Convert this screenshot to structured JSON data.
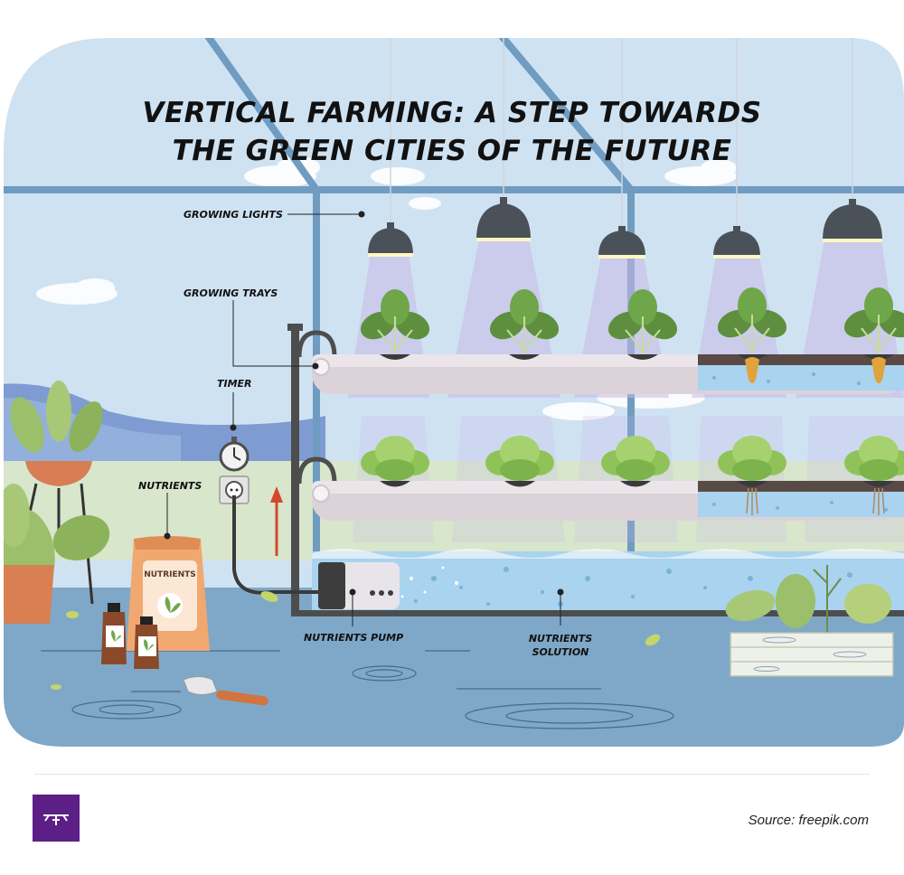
{
  "title": {
    "line1": "VERTICAL FARMING: A STEP TOWARDS",
    "line2": "THE GREEN CITIES OF THE FUTURE"
  },
  "labels": {
    "growing_lights": "GROWING LIGHTS",
    "growing_trays": "GROWING TRAYS",
    "timer": "TIMER",
    "nutrients": "NUTRIENTS",
    "nutrients_pump": "NUTRIENTS PUMP",
    "nutrients_solution_1": "NUTRIENTS",
    "nutrients_solution_2": "SOLUTION"
  },
  "bag_label": "NUTRIENTS",
  "source": "Source: freepik.com",
  "colors": {
    "sky": "#cfe2f2",
    "frame": "#6f9cc0",
    "floor": "#7fa8c8",
    "water": "#a9d3ee",
    "pipe": "#dcd3d9",
    "plant_dark": "#5e8f3e",
    "lettuce": "#8fc35a",
    "lamp": "#4a5159",
    "light_cone": "#c9b9e8",
    "bag": "#f0a870",
    "logo": "#5b1f86"
  }
}
